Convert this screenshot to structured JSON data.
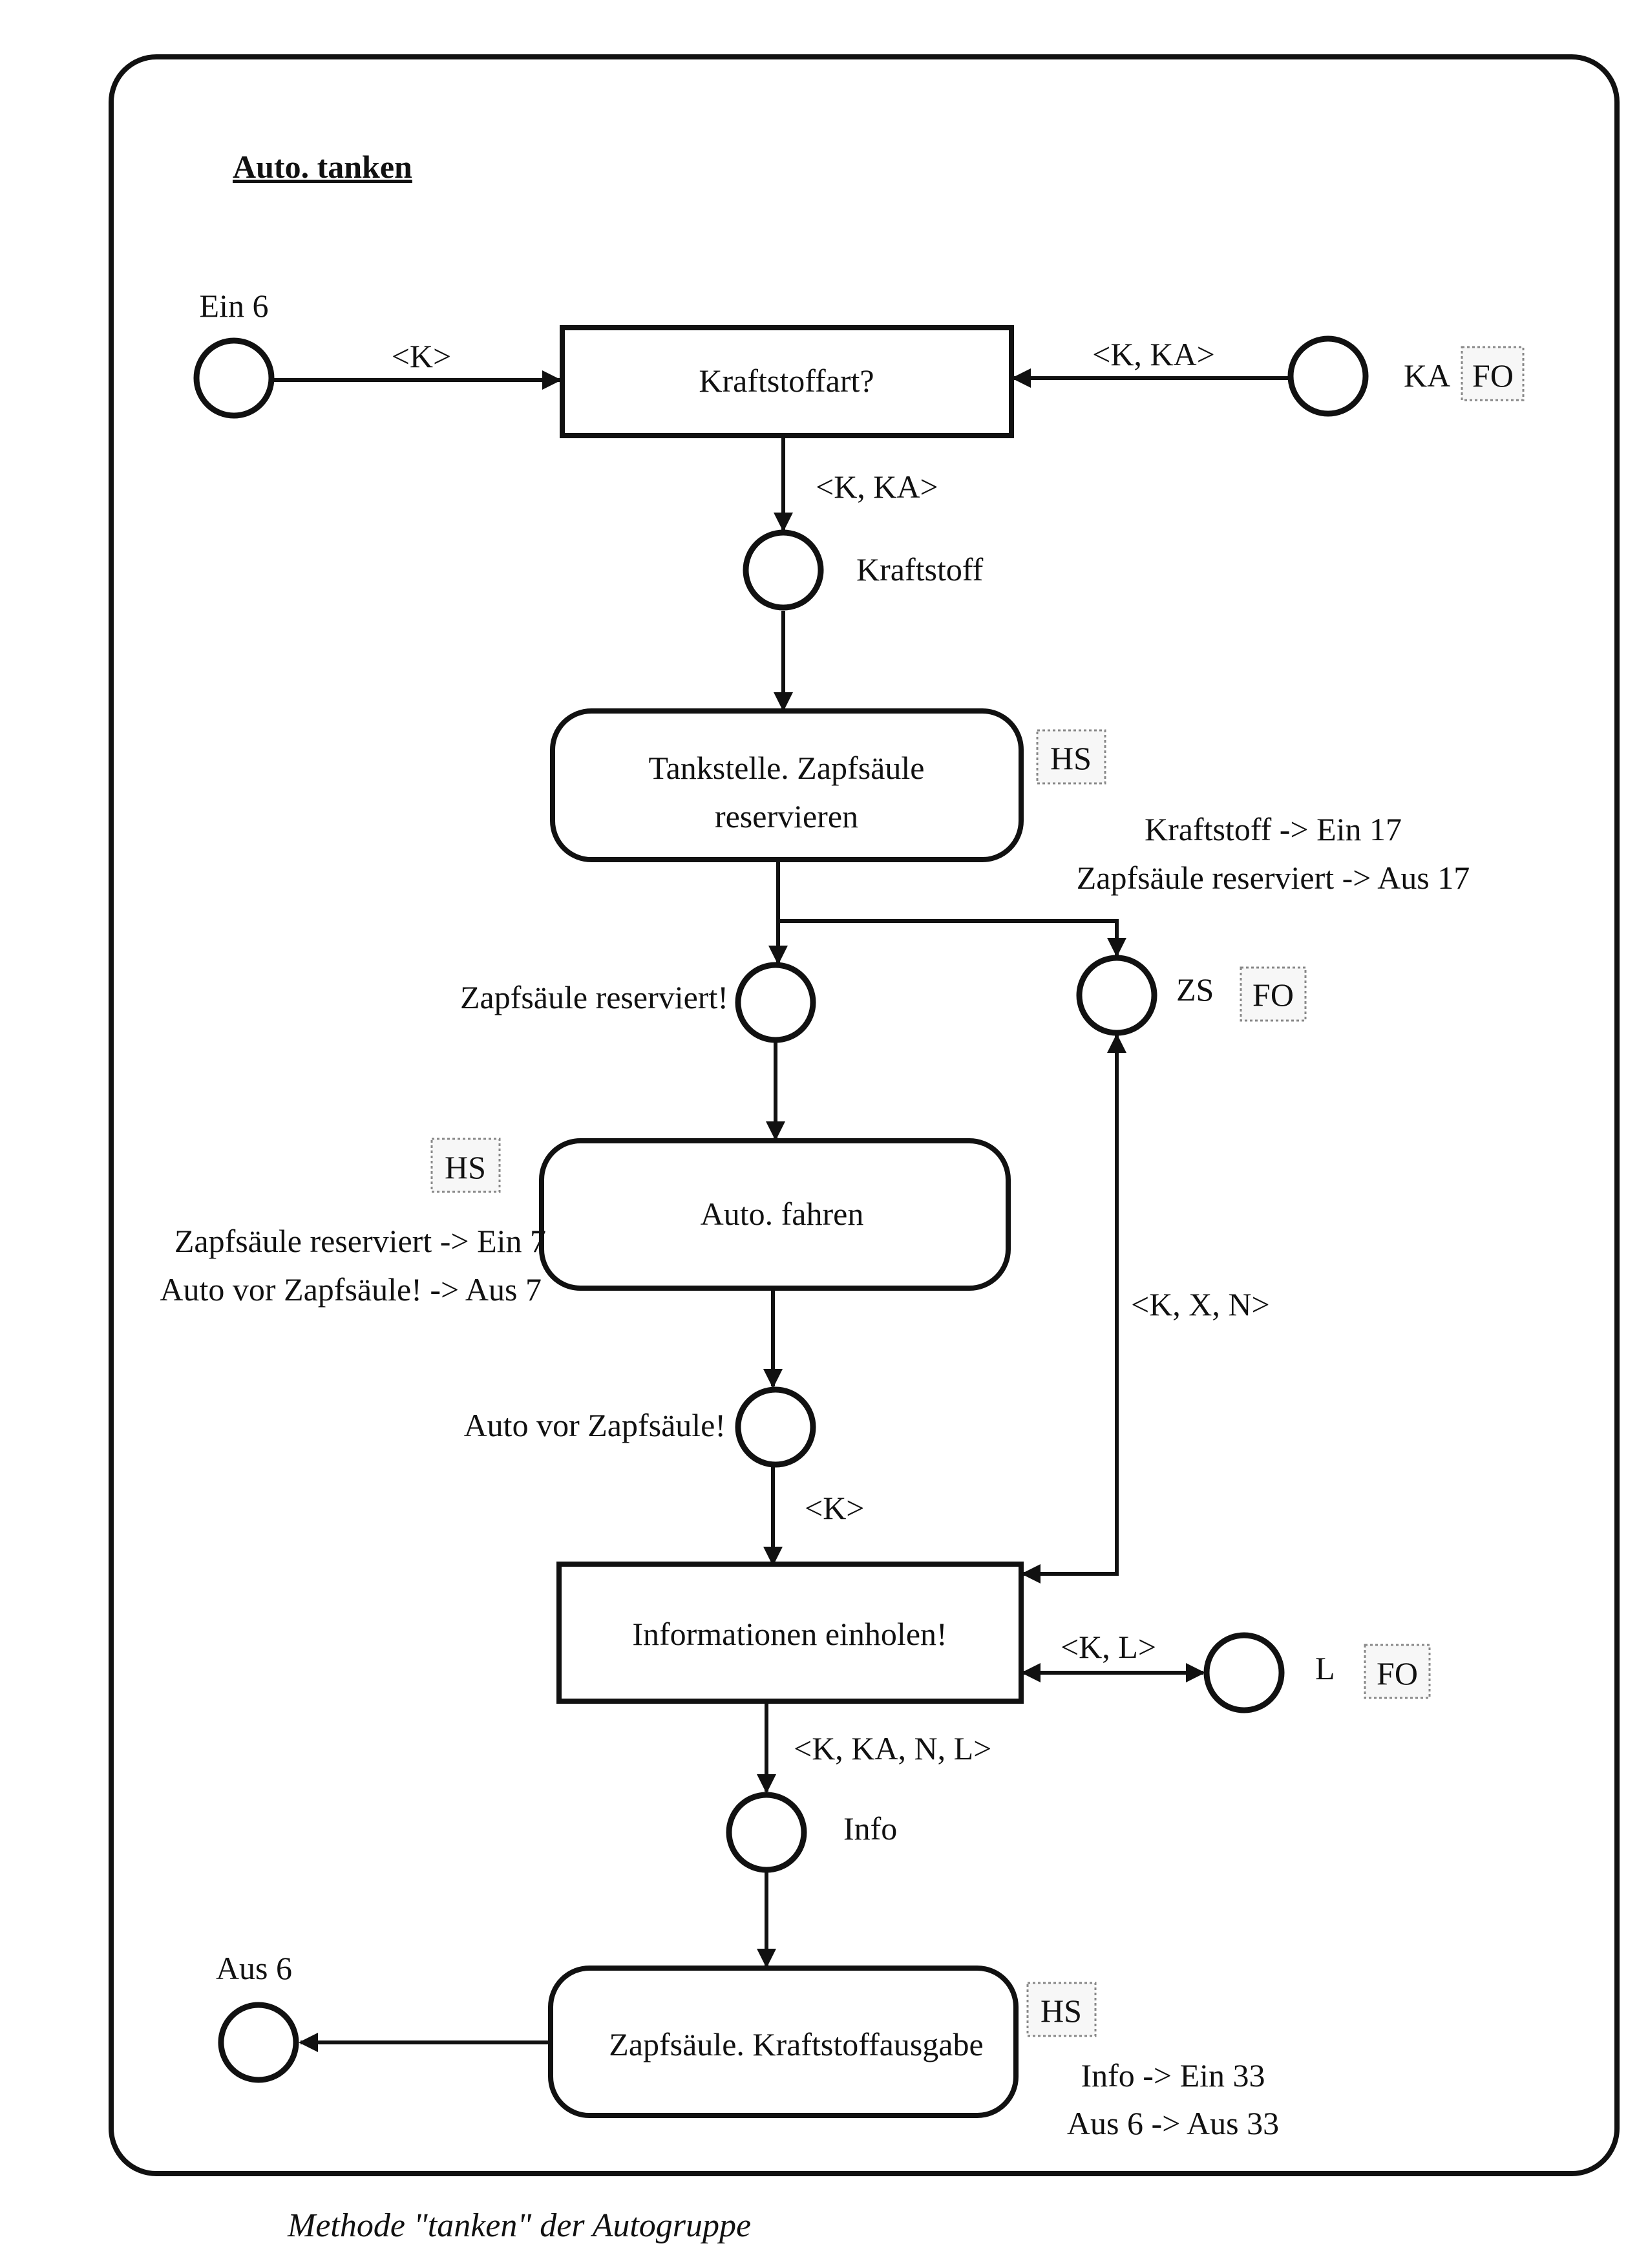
{
  "title": "Auto. tanken",
  "caption": "Methode \"tanken\" der Autogruppe",
  "places": {
    "ein6": "Ein 6",
    "ka": "KA",
    "kraftstoff": "Kraftstoff",
    "zapf_reserviert": "Zapfsäule reserviert!",
    "zs": "ZS",
    "auto_vor": "Auto vor Zapfsäule!",
    "l": "L",
    "info": "Info",
    "aus6": "Aus 6"
  },
  "transitions": {
    "kraftstoffart": "Kraftstoffart?",
    "tankstelle_line1": "Tankstelle. Zapfsäule",
    "tankstelle_line2": "reservieren",
    "auto_fahren": "Auto. fahren",
    "informationen": "Informationen einholen!",
    "zapfsaeule_ausgabe": "Zapfsäule. Kraftstoffausgabe"
  },
  "arc_labels": {
    "k_in": "<K>",
    "k_ka_in": "<K, KA>",
    "k_ka_out": "<K, KA>",
    "k_x_n": "<K, X, N>",
    "k_auto": "<K>",
    "k_l": "<K, L>",
    "k_ka_n_l": "<K, KA, N, L>"
  },
  "tags": {
    "fo": "FO",
    "hs": "HS"
  },
  "annotations": {
    "tank_ein": "Kraftstoff -> Ein 17",
    "tank_aus": "Zapfsäule reserviert -> Aus 17",
    "fahren_ein": "Zapfsäule reserviert -> Ein 7",
    "fahren_aus": "Auto vor Zapfsäule! -> Aus 7",
    "ausgabe_ein": "Info -> Ein 33",
    "ausgabe_aus": "Aus 6 -> Aus  33"
  }
}
